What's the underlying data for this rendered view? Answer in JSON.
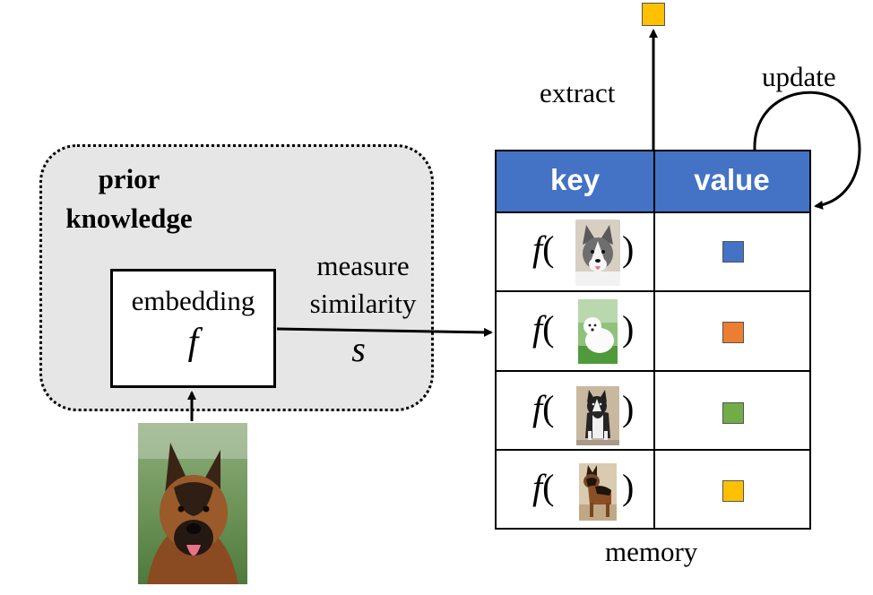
{
  "prior": {
    "label_line1": "prior",
    "label_line2": "knowledge"
  },
  "embedding": {
    "label": "embedding",
    "func": "f"
  },
  "similarity": {
    "line1": "measure",
    "line2": "similarity",
    "symbol": "s"
  },
  "memory": {
    "title": "memory",
    "header": {
      "key": "key",
      "value": "value"
    },
    "rows": [
      {
        "key_func": "f",
        "value_color": "#4472c4",
        "image": "white-gray malamute puppy"
      },
      {
        "key_func": "f",
        "value_color": "#ed7d31",
        "image": "white samoyed on grass"
      },
      {
        "key_func": "f",
        "value_color": "#70ad47",
        "image": "black-white husky"
      },
      {
        "key_func": "f",
        "value_color": "#ffc000",
        "image": "german shepherd"
      }
    ]
  },
  "extract": {
    "label": "extract",
    "output_color": "#ffc000"
  },
  "update": {
    "label": "update"
  },
  "query_image": "german shepherd dog portrait"
}
